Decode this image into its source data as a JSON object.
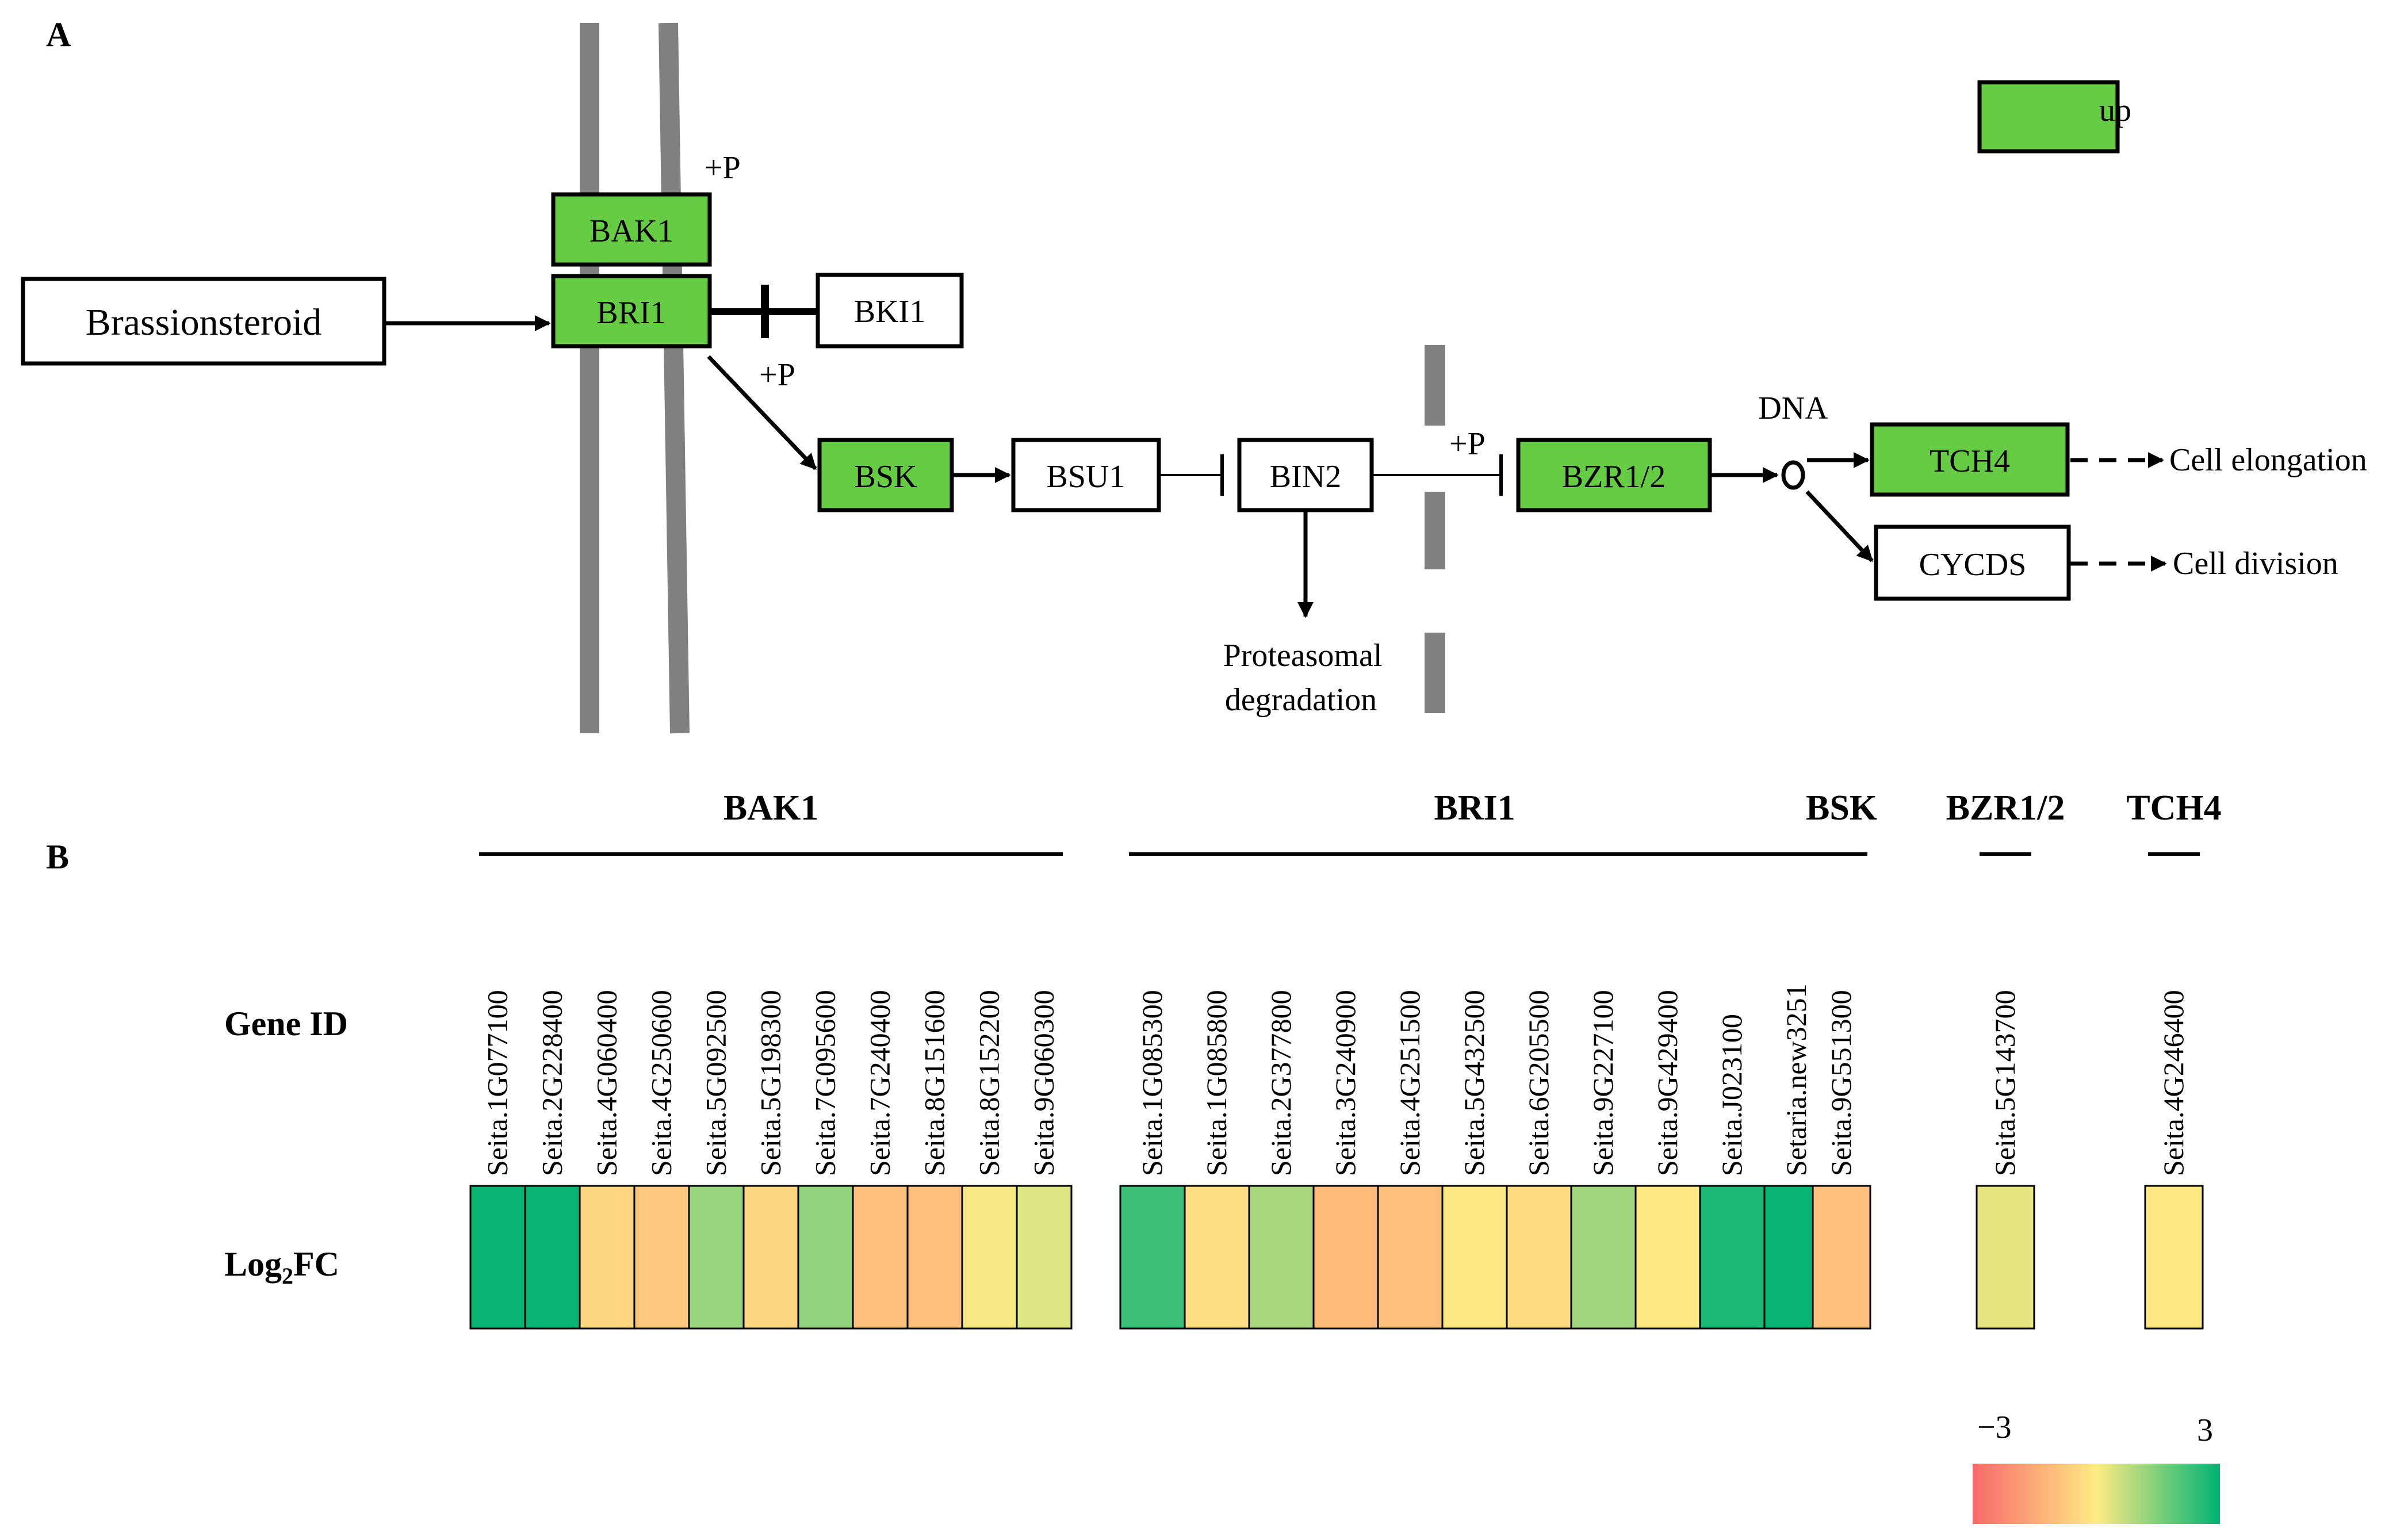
{
  "panels": {
    "a": "A",
    "b": "B"
  },
  "colors": {
    "up_fill": "#66cc44",
    "plain_fill": "#ffffff",
    "membrane": "#808080",
    "scale_low": "#f8696b",
    "scale_mid": "#ffeb84",
    "scale_high": "#00b373"
  },
  "pathway": {
    "nodes": {
      "brassinosteroid": "Brassionsteroid",
      "bak1": "BAK1",
      "bri1": "BRI1",
      "bki1": "BKI1",
      "bsk": "BSK",
      "bsu1": "BSU1",
      "bin2": "BIN2",
      "bzr": "BZR1/2",
      "tch4": "TCH4",
      "cycds": "CYCDS"
    },
    "annotations": {
      "p1": "+P",
      "p2": "+P",
      "p3": "+P",
      "dna": "DNA",
      "proteasomal_1": "Proteasomal",
      "proteasomal_2": "degradation",
      "elongation": "Cell elongation",
      "division": "Cell division"
    },
    "legend": {
      "up": "up"
    }
  },
  "heatmap": {
    "row_gene_id": "Gene ID",
    "row_log_prefix": "Log",
    "row_log_sub": "2",
    "row_log_suffix": "FC",
    "scale_min": "−3",
    "scale_max": "3"
  },
  "chart_data": {
    "type": "heatmap",
    "value_range": [
      -3,
      3
    ],
    "groups": [
      {
        "name": "BAK1",
        "genes": [
          {
            "id": "Seita.1G077100",
            "log2fc": 2.9
          },
          {
            "id": "Seita.2G228400",
            "log2fc": 2.9
          },
          {
            "id": "Seita.4G060400",
            "log2fc": -0.5
          },
          {
            "id": "Seita.4G250600",
            "log2fc": -0.8
          },
          {
            "id": "Seita.5G092500",
            "log2fc": 1.2
          },
          {
            "id": "Seita.5G198300",
            "log2fc": -0.5
          },
          {
            "id": "Seita.7G095600",
            "log2fc": 1.3
          },
          {
            "id": "Seita.7G240400",
            "log2fc": -1.0
          },
          {
            "id": "Seita.8G151600",
            "log2fc": -1.0
          },
          {
            "id": "Seita.8G152200",
            "log2fc": 0.1
          },
          {
            "id": "Seita.9G060300",
            "log2fc": 0.4
          }
        ]
      },
      {
        "name": "BRI1",
        "genes": [
          {
            "id": "Seita.1G085300",
            "log2fc": 2.3
          },
          {
            "id": "Seita.1G085800",
            "log2fc": -0.3
          },
          {
            "id": "Seita.2G377800",
            "log2fc": 1.0
          },
          {
            "id": "Seita.3G240900",
            "log2fc": -1.1
          },
          {
            "id": "Seita.4G251500",
            "log2fc": -1.0
          },
          {
            "id": "Seita.5G432500",
            "log2fc": -0.1
          },
          {
            "id": "Seita.6G205500",
            "log2fc": -0.4
          },
          {
            "id": "Seita.9G227100",
            "log2fc": 1.1
          },
          {
            "id": "Seita.9G429400",
            "log2fc": -0.1
          },
          {
            "id": "Seita.J023100",
            "log2fc": 2.7
          },
          {
            "id": "Setaria.new3251",
            "log2fc": 2.9
          }
        ]
      },
      {
        "name": "BSK",
        "genes": [
          {
            "id": "Seita.9G551300",
            "log2fc": -1.0
          }
        ]
      },
      {
        "name": "BZR1/2",
        "genes": [
          {
            "id": "Seita.5G143700",
            "log2fc": 0.3
          }
        ]
      },
      {
        "name": "TCH4",
        "genes": [
          {
            "id": "Seita.4G246400",
            "log2fc": -0.1
          }
        ]
      }
    ]
  }
}
